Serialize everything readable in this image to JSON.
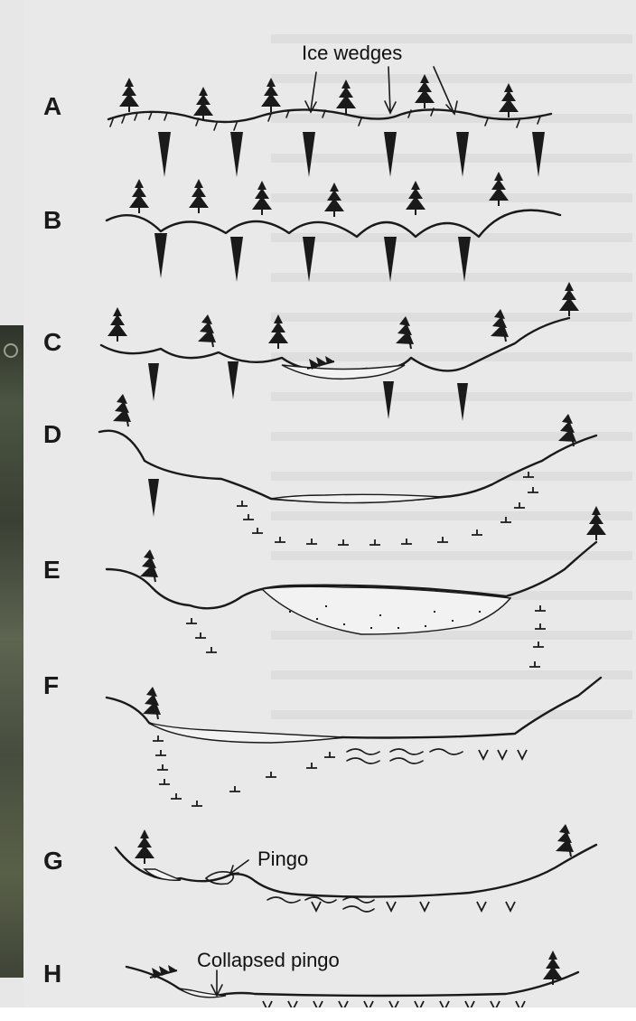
{
  "figure": {
    "panels": [
      "A",
      "B",
      "C",
      "D",
      "E",
      "F",
      "G",
      "H"
    ],
    "annotations": {
      "ice_wedges": "Ice wedges",
      "pingo": "Pingo",
      "collapsed_pingo": "Collapsed pingo"
    }
  }
}
